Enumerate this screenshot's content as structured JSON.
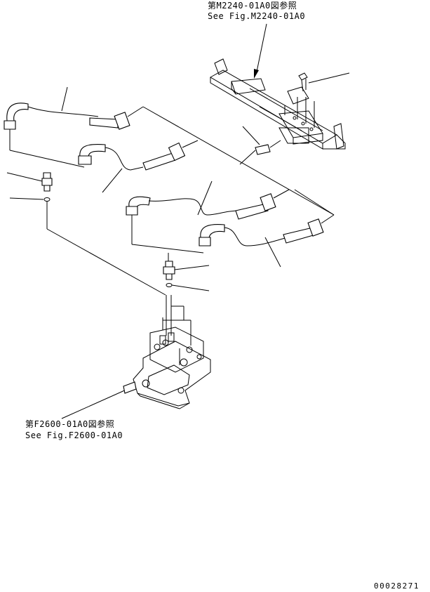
{
  "references": {
    "top_jp": "第M2240-01A0図参照",
    "top_en": "See Fig.M2240-01A0",
    "bottom_jp": "第F2600-01A0図参照",
    "bottom_en": "See Fig.F2600-01A0"
  },
  "drawing_number": "00028271"
}
